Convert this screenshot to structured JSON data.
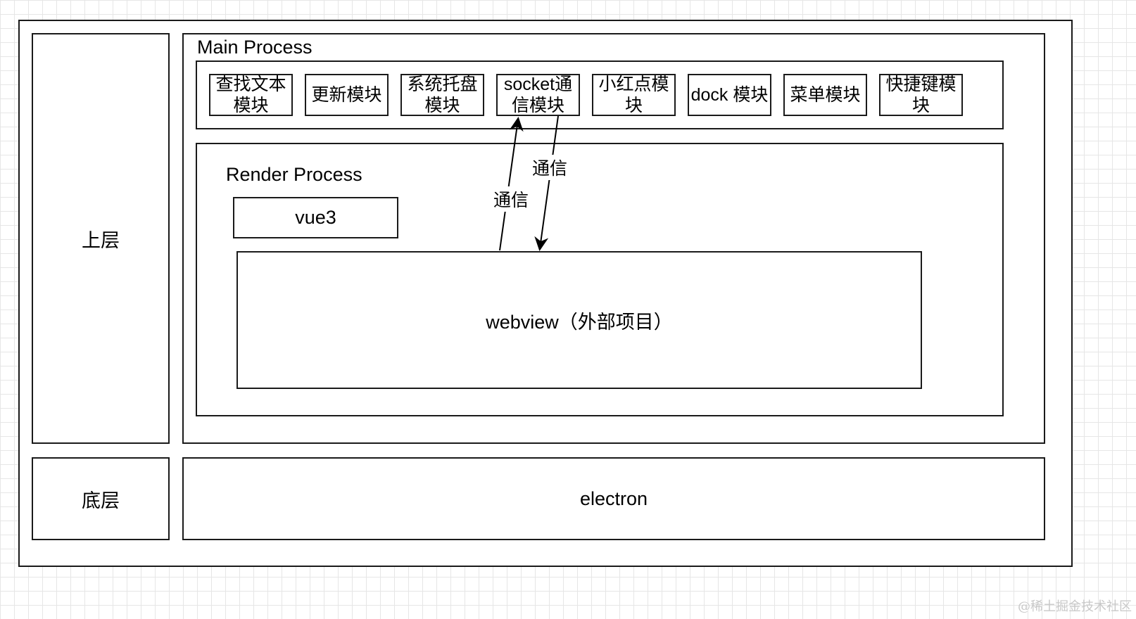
{
  "layers": {
    "upper": "上层",
    "bottom": "底层"
  },
  "main_process": {
    "title": "Main Process",
    "modules": [
      "查找文本模块",
      "更新模块",
      "系统托盘模块",
      "socket通信模块",
      "小红点模块",
      "dock 模块",
      "菜单模块",
      "快捷键模块"
    ]
  },
  "render_process": {
    "title": "Render Process",
    "vue": "vue3",
    "webview": "webview（外部项目）"
  },
  "electron": "electron",
  "edges": {
    "up_label": "通信",
    "down_label": "通信"
  },
  "watermark": "@稀土掘金技术社区"
}
